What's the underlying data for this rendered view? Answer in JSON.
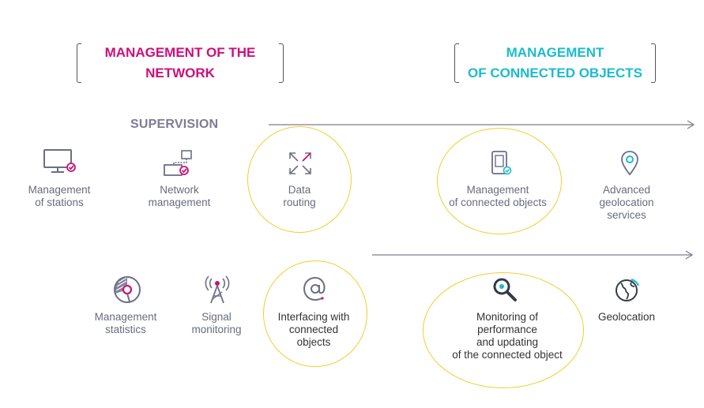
{
  "headers": {
    "network": "MANAGEMENT OF THE\nNETWORK",
    "connected": "MANAGEMENT\nOF CONNECTED OBJECTS"
  },
  "section_title": "SUPERVISION",
  "colors": {
    "magenta": "#cc0f7a",
    "cyan": "#1bbccd",
    "yellow_circle": "#f3cd2e",
    "grey_text": "#666d7d",
    "arrow": "#7b7c95"
  },
  "row1": [
    {
      "label": "Management\nof stations",
      "icon": "monitor-check-icon"
    },
    {
      "label": "Network\nmanagement",
      "icon": "network-check-icon"
    },
    {
      "label": "Data\nrouting",
      "icon": "expand-arrows-icon"
    },
    {
      "label": "Management\nof connected objects",
      "icon": "tablet-check-icon"
    },
    {
      "label": "Advanced\ngeolocation services",
      "icon": "location-pin-icon"
    }
  ],
  "row2": [
    {
      "label": "Management\nstatistics",
      "icon": "pie-statistics-icon"
    },
    {
      "label": "Signal\nmonitoring",
      "icon": "antenna-icon"
    },
    {
      "label": "Interfacing with\nconnected\nobjects",
      "icon": "at-sign-icon"
    },
    {
      "label": "Monitoring of\nperformance\nand updating\nof the connected object",
      "icon": "magnifier-icon"
    },
    {
      "label": "Geolocation",
      "icon": "globe-icon"
    }
  ]
}
